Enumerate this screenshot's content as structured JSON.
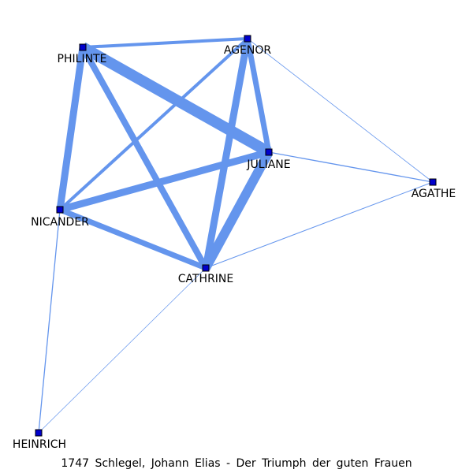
{
  "caption": "1747 Schlegel, Johann Elias - Der Triumph der guten Frauen",
  "colors": {
    "edge": "#6495ED",
    "node_fill": "#0000CD",
    "node_stroke": "#000000",
    "label": "#000000",
    "background": "#ffffff"
  },
  "nodes": [
    {
      "id": "PHILINTE",
      "label": "PHILINTE"
    },
    {
      "id": "AGENOR",
      "label": "AGENOR"
    },
    {
      "id": "JULIANE",
      "label": "JULIANE"
    },
    {
      "id": "AGATHE",
      "label": "AGATHE"
    },
    {
      "id": "NICANDER",
      "label": "NICANDER"
    },
    {
      "id": "CATHRINE",
      "label": "CATHRINE"
    },
    {
      "id": "HEINRICH",
      "label": "HEINRICH"
    }
  ],
  "edges": [
    {
      "source": "PHILINTE",
      "target": "JULIANE",
      "weight": 14
    },
    {
      "source": "CATHRINE",
      "target": "JULIANE",
      "weight": 12
    },
    {
      "source": "NICANDER",
      "target": "JULIANE",
      "weight": 9
    },
    {
      "source": "PHILINTE",
      "target": "NICANDER",
      "weight": 9
    },
    {
      "source": "AGENOR",
      "target": "CATHRINE",
      "weight": 9
    },
    {
      "source": "PHILINTE",
      "target": "CATHRINE",
      "weight": 8
    },
    {
      "source": "NICANDER",
      "target": "CATHRINE",
      "weight": 7
    },
    {
      "source": "AGENOR",
      "target": "JULIANE",
      "weight": 7
    },
    {
      "source": "PHILINTE",
      "target": "AGENOR",
      "weight": 4
    },
    {
      "source": "AGENOR",
      "target": "NICANDER",
      "weight": 4
    },
    {
      "source": "JULIANE",
      "target": "AGATHE",
      "weight": 1.3
    },
    {
      "source": "CATHRINE",
      "target": "AGATHE",
      "weight": 1
    },
    {
      "source": "AGENOR",
      "target": "AGATHE",
      "weight": 0.8
    },
    {
      "source": "NICANDER",
      "target": "HEINRICH",
      "weight": 1.3
    },
    {
      "source": "CATHRINE",
      "target": "HEINRICH",
      "weight": 0.7
    }
  ]
}
